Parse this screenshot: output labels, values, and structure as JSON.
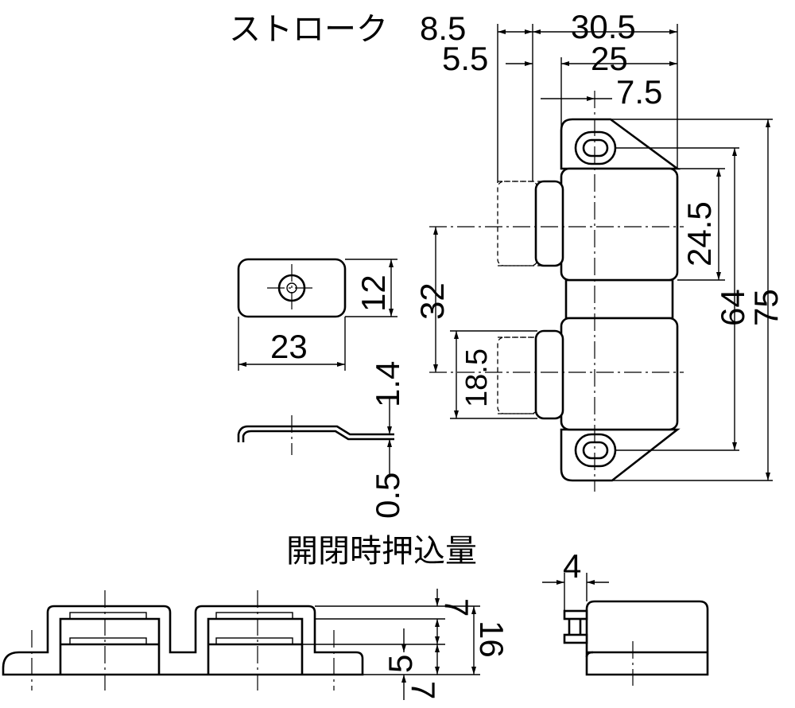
{
  "labels": {
    "stroke_text": "ストローク",
    "stroke_value": "8.5",
    "width_total": "30.5",
    "width_body": "25",
    "pin_offset": "5.5",
    "hole_offset": "7.5",
    "gap_upper": "24.5",
    "height_total": "75",
    "hole_pitch": "64",
    "center_pitch": "32",
    "lower_width": "18.5",
    "plate_height": "12",
    "plate_width": "23",
    "plate_thickness": "1.4",
    "plate_offset": "0.5",
    "push_text": "開閉時押込量",
    "push_value": "4",
    "bottom_top": "7",
    "bottom_mid": "16",
    "bottom_inner": "5",
    "bottom_bottom": "7"
  }
}
